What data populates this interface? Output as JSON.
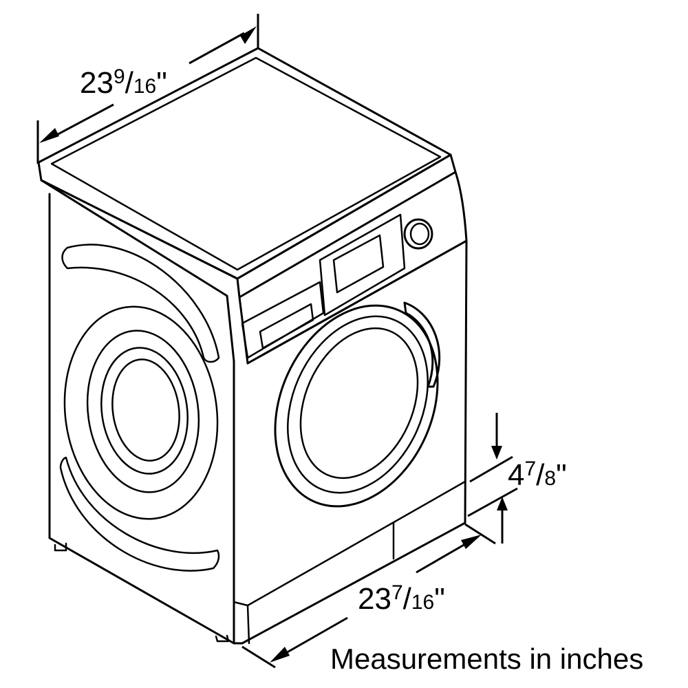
{
  "dimensions": {
    "width": {
      "whole": "23",
      "num": "9",
      "den": "16",
      "unit": "\""
    },
    "depth": {
      "whole": "23",
      "num": "7",
      "den": "16",
      "unit": "\""
    },
    "pedestal_height": {
      "whole": "4",
      "num": "7",
      "den": "8",
      "unit": "\""
    }
  },
  "caption": "Measurements in inches"
}
